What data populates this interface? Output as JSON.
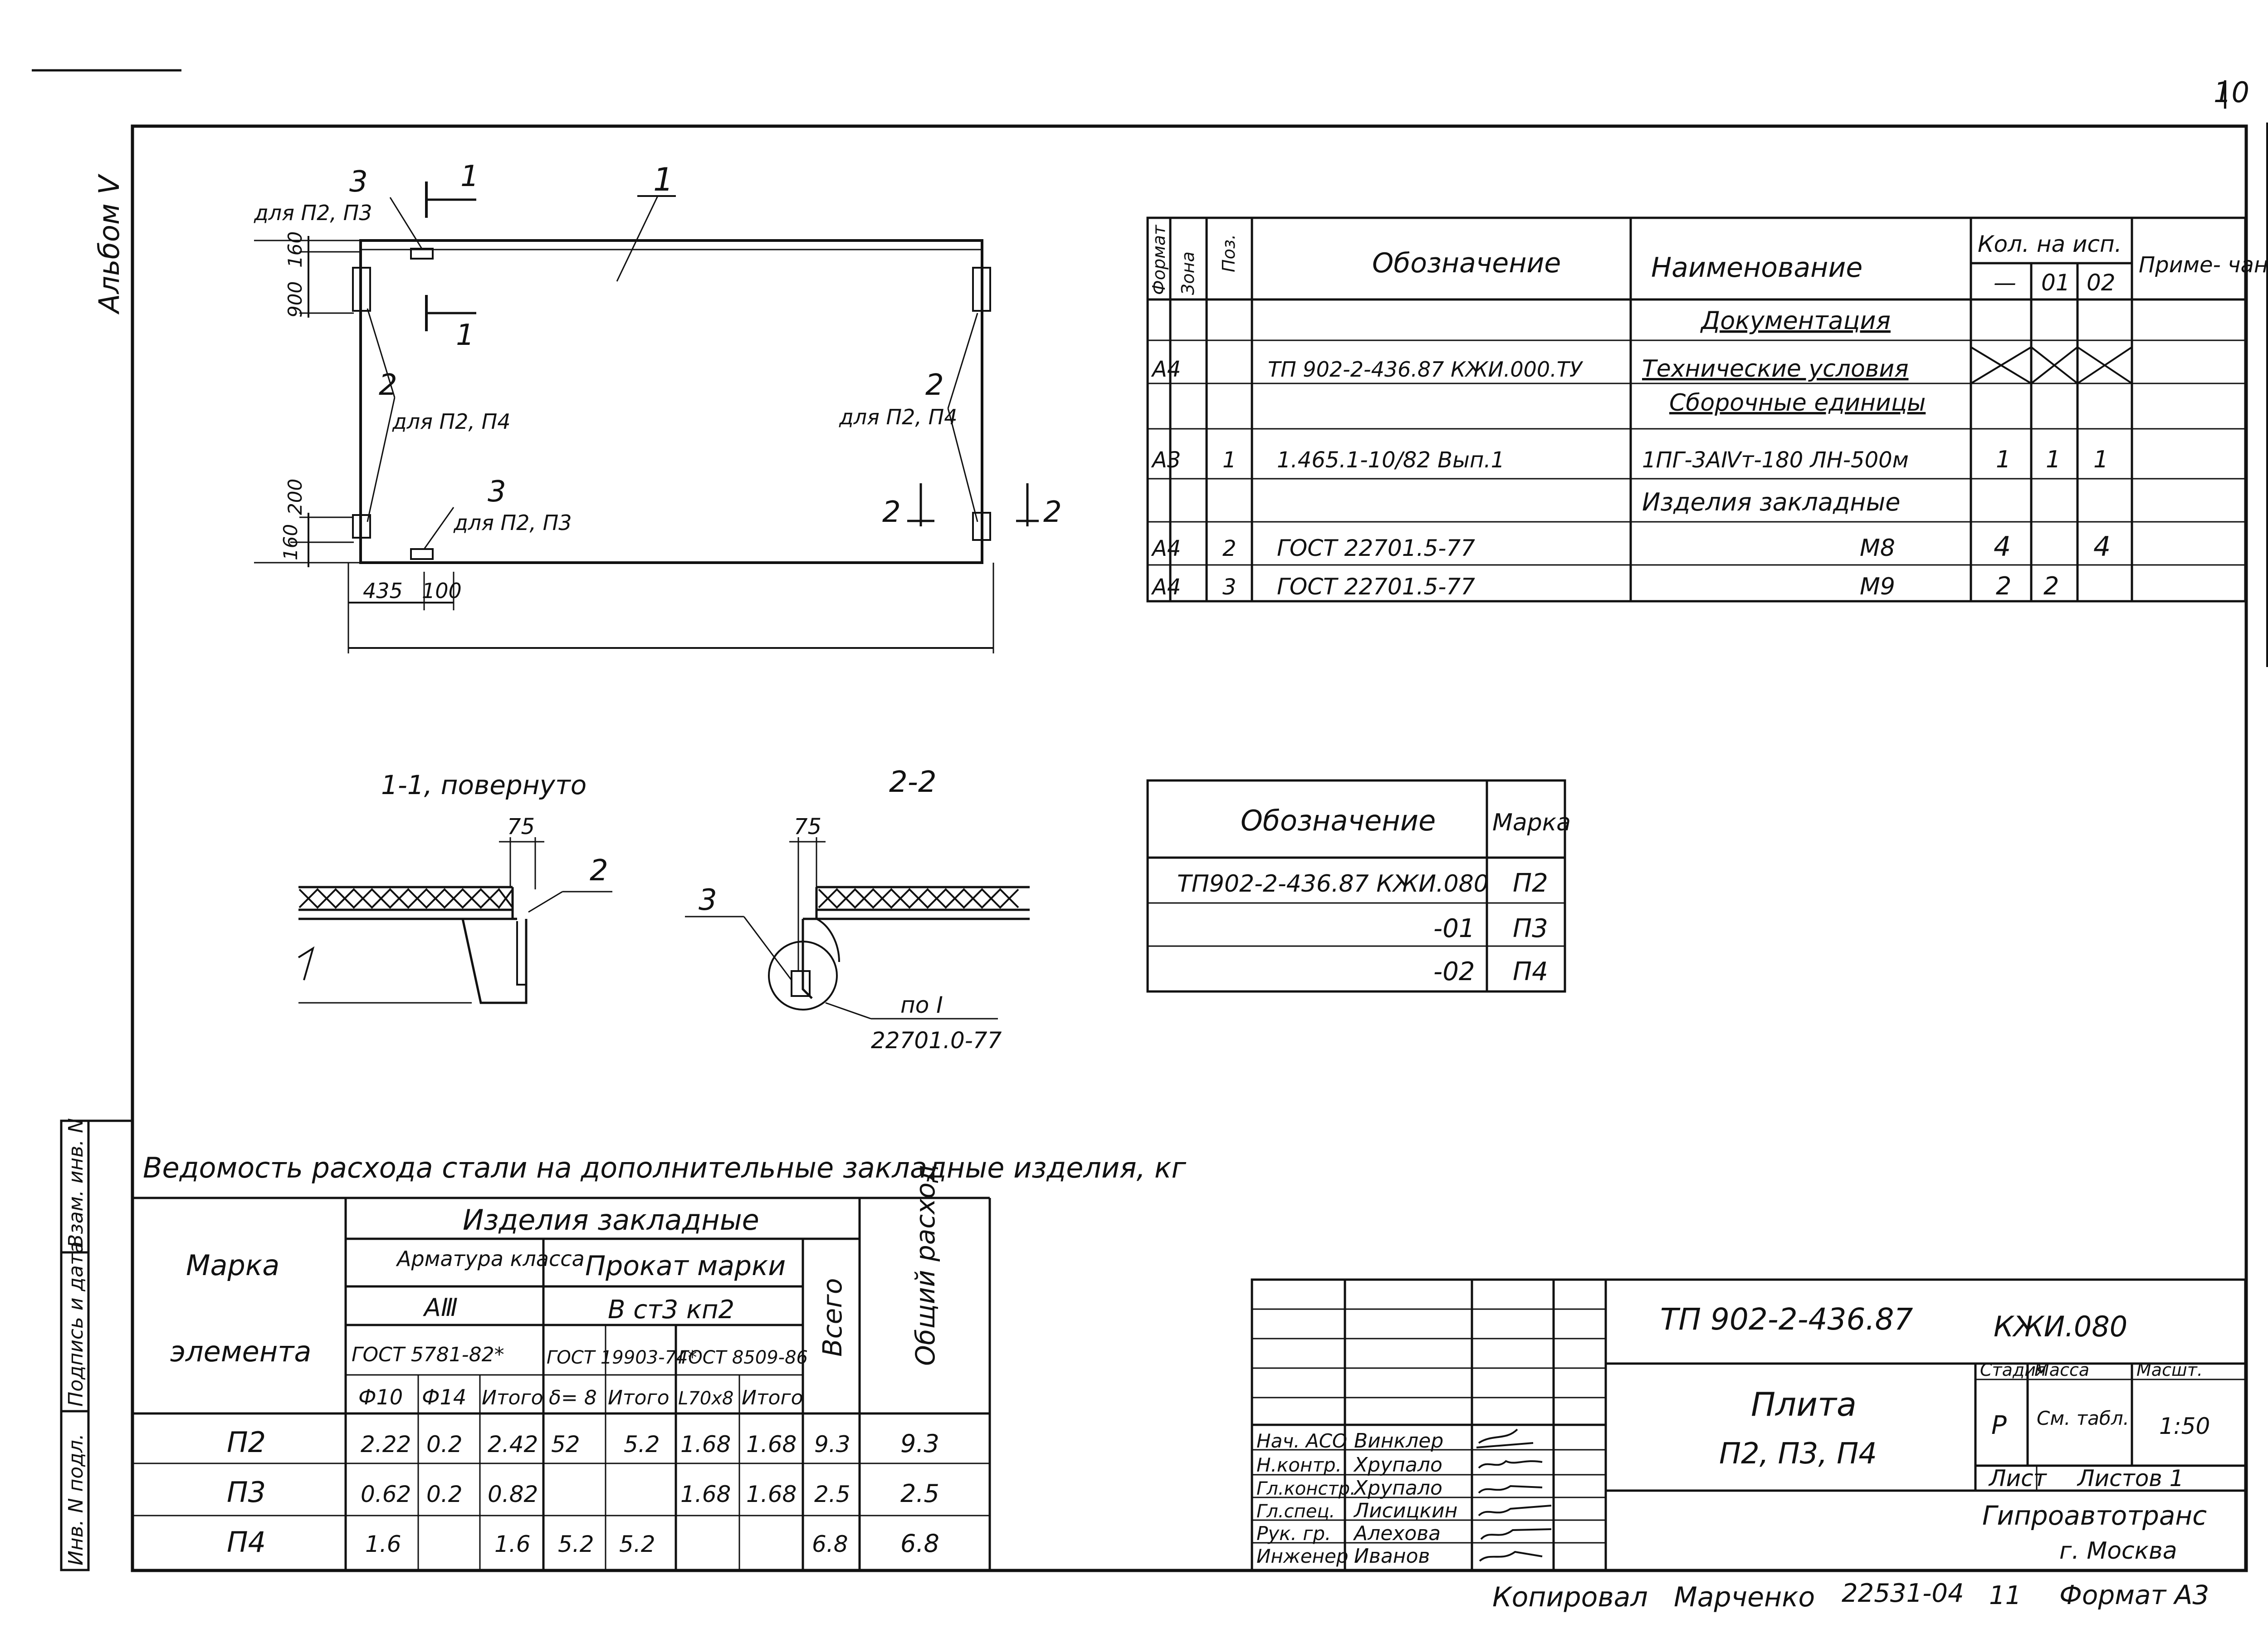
{
  "page": {
    "number": "10",
    "album_label": "Альбом Ⅴ",
    "dash": "—"
  },
  "plan": {
    "callout_1": "1",
    "section_mark": "1",
    "mark_3": "3",
    "mark_3_note": "для П2, П3",
    "mark_2": "2",
    "mark_2_note": "для П2, П4",
    "section_mark_2": "2",
    "dims_left_top": [
      "900",
      "160"
    ],
    "dims_left_bottom": [
      "160",
      "200"
    ],
    "dims_bottom": [
      "435",
      "100"
    ]
  },
  "sections": {
    "s11_title": "1-1, повернуто",
    "s22_title": "2-2",
    "dim_75": "75",
    "mark_2": "2",
    "mark_3": "3",
    "ref_note_1": "по I",
    "ref_note_2": "22701.0-77"
  },
  "spec_table": {
    "headers": {
      "format": "Формат",
      "zone": "Зона",
      "pos": "Поз.",
      "designation": "Обозначение",
      "name": "Наименование",
      "qty": "Кол. на исп.",
      "qty_cols": [
        "—",
        "01",
        "02"
      ],
      "note": "Приме- чание"
    },
    "rows": [
      {
        "format": "",
        "zone": "",
        "pos": "",
        "designation": "",
        "name": "Документация",
        "q": [
          "",
          "",
          ""
        ],
        "note": ""
      },
      {
        "format": "А4",
        "zone": "",
        "pos": "",
        "designation": "ТП 902-2-436.87  КЖИ.000.ТУ",
        "name": "Технические условия",
        "q": [
          "X",
          "X",
          "X"
        ],
        "note": ""
      },
      {
        "format": "",
        "zone": "",
        "pos": "",
        "designation": "",
        "name": "Сборочные единицы",
        "q": [
          "",
          "",
          ""
        ],
        "note": ""
      },
      {
        "format": "А3",
        "zone": "",
        "pos": "1",
        "designation": "1.465.1-10/82      Вып.1",
        "name": "1ПГ-3АⅣт-180 ЛН-500м",
        "q": [
          "1",
          "1",
          "1"
        ],
        "note": ""
      },
      {
        "format": "",
        "zone": "",
        "pos": "",
        "designation": "",
        "name": "Изделия закладные",
        "q": [
          "",
          "",
          ""
        ],
        "note": ""
      },
      {
        "format": "А4",
        "zone": "",
        "pos": "2",
        "designation": "ГОСТ  22701.5-77",
        "name": "М8",
        "q": [
          "4",
          "",
          "4"
        ],
        "note": ""
      },
      {
        "format": "А4",
        "zone": "",
        "pos": "3",
        "designation": "ГОСТ  22701.5-77",
        "name": "М9",
        "q": [
          "2",
          "2",
          ""
        ],
        "note": ""
      }
    ]
  },
  "mark_table": {
    "headers": [
      "Обозначение",
      "Марка"
    ],
    "rows": [
      [
        "ТП902-2-436.87  КЖИ.080",
        "П2"
      ],
      [
        "-01",
        "П3"
      ],
      [
        "-02",
        "П4"
      ]
    ]
  },
  "steel_table": {
    "title": "Ведомость расхода стали на дополнительные закладные изделия, кг",
    "headers": {
      "mark": "Марка",
      "element": "элемента",
      "embedded": "Изделия закладные",
      "rebar": "Арматура класса",
      "rebar_class": "АⅢ",
      "rebar_gost": "ГОСТ 5781-82*",
      "rolled": "Прокат марки",
      "rolled_grade": "В ст3 кп2",
      "gost1": "ГОСТ 19903-74*",
      "gost2": "ГОСТ 8509-86",
      "total": "Всего",
      "overall": "Общий расход",
      "sub": [
        "Ф10",
        "Ф14",
        "Итого",
        "δ= 8",
        "Итого",
        "L70х8",
        "Итого"
      ]
    },
    "rows": [
      {
        "mark": "П2",
        "v": [
          "2.22",
          "0.2",
          "2.42",
          "52",
          "5.2",
          "1.68",
          "1.68"
        ],
        "total": "9.3",
        "overall": "9.3"
      },
      {
        "mark": "П3",
        "v": [
          "0.62",
          "0.2",
          "0.82",
          "",
          "",
          "1.68",
          "1.68"
        ],
        "total": "2.5",
        "overall": "2.5"
      },
      {
        "mark": "П4",
        "v": [
          "1.6",
          "",
          "1.6",
          "5.2",
          "5.2",
          "",
          ""
        ],
        "total": "6.8",
        "overall": "6.8"
      }
    ]
  },
  "side_stamp": [
    "Инв. N подл.",
    "Подпись и дата",
    "Взам. инв. N"
  ],
  "title_block": {
    "code": "ТП 902-2-436.87",
    "code_suffix": "КЖИ.080",
    "title_1": "Плита",
    "title_2": "П2, П3, П4",
    "stage_h": "Стадия",
    "mass_h": "Масса",
    "scale_h": "Масшт.",
    "stage": "Р",
    "mass": "См. табл.",
    "scale": "1:50",
    "sheet": "Лист",
    "sheets": "Листов 1",
    "org_1": "Гипроавтотранс",
    "org_2": "г. Москва",
    "people": [
      [
        "Нач. АСО",
        "Винклер"
      ],
      [
        "Н.контр.",
        "Хрупало"
      ],
      [
        "Гл.констр.",
        "Хрупало"
      ],
      [
        "Гл.спец.",
        "Лисицкин"
      ],
      [
        "Рук. гр.",
        "Алехова"
      ],
      [
        "Инженер",
        "Иванов"
      ]
    ]
  },
  "footer": {
    "copied": "Копировал",
    "copier": "Марченко",
    "order": "22531-04",
    "sheet_no": "11",
    "format": "Формат А3"
  }
}
